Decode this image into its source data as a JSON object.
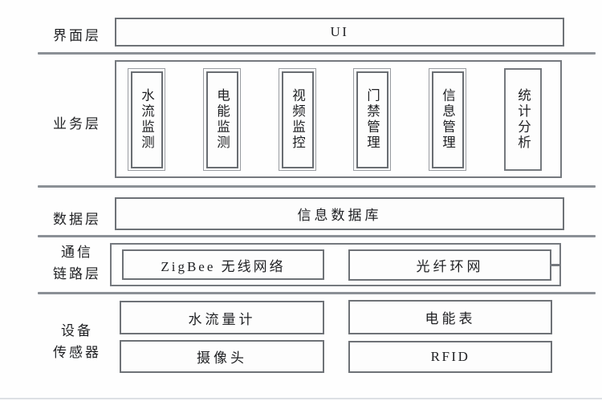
{
  "layers": {
    "interface": {
      "label": "界面层",
      "ui_box": "UI"
    },
    "business": {
      "label": "业务层",
      "modules": [
        "水流监测",
        "电能监测",
        "视频监控",
        "门禁管理",
        "信息管理",
        "统计分析"
      ]
    },
    "data": {
      "label": "数据层",
      "database_box": "信息数据库"
    },
    "communication": {
      "label": "通信\n链路层",
      "boxes": {
        "zigbee": "ZigBee 无线网络",
        "fiber_ring": "光纤环网"
      }
    },
    "devices": {
      "label": "设备\n传感器",
      "boxes": {
        "water_meter": "水流量计",
        "power_meter": "电能表",
        "camera": "摄像头",
        "rfid": "RFID"
      }
    }
  },
  "colors": {
    "box_border": "#6e7277",
    "separator": "#8b9096",
    "text": "#1f2023",
    "background": "#fefefe"
  }
}
